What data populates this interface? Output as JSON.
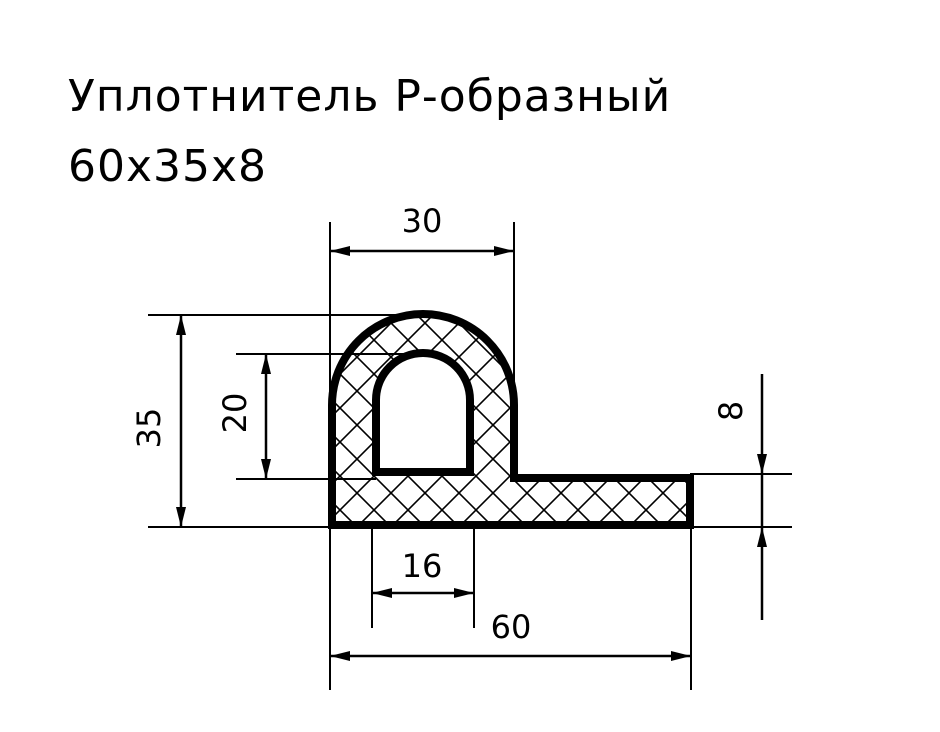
{
  "title": {
    "line1": "Уплотнитель Р-образный",
    "line2": "60x35x8"
  },
  "dimensions": {
    "width_top": "30",
    "height_total": "35",
    "height_inner": "20",
    "thickness": "8",
    "inner_width": "16",
    "width_total": "60"
  },
  "colors": {
    "line": "#000000",
    "background": "#ffffff"
  }
}
